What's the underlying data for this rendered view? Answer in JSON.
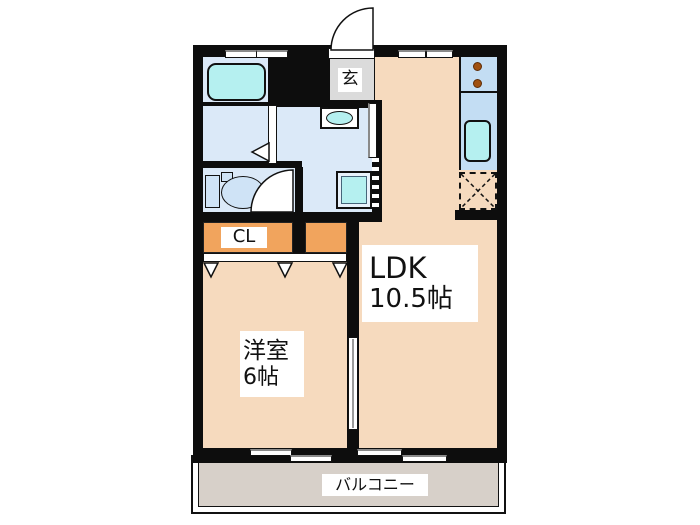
{
  "plan": {
    "type": "apartment-floor-plan",
    "labels": {
      "genkan": "玄",
      "closet": "CL",
      "ldk_name": "LDK",
      "ldk_size": "10.5帖",
      "bedroom_name": "洋室",
      "bedroom_size": "6帖",
      "balcony": "バルコニー"
    },
    "fixtures": [
      "bathtub",
      "washbasin",
      "toilet",
      "washing-machine-pan",
      "kitchen-sink",
      "stove-burners",
      "refrigerator-space",
      "entry-door-swing",
      "toilet-door-swing",
      "folding-closet-doors",
      "sliding-room-door",
      "sliding-windows"
    ],
    "colors": {
      "room_peach": "#f6dabe",
      "sanitary_blue": "#dbe9f8",
      "kitchen_blue": "#c3ddf3",
      "fixture_aqua": "#b5f0f0",
      "toilet_blue": "#cfe3f6",
      "closet_orange": "#f1a45d",
      "genkan_gray": "#dbdbdb",
      "balcony_gray": "#d7d0c9",
      "burner_brown": "#a0500f",
      "wall_black": "#0d0d0d"
    }
  }
}
